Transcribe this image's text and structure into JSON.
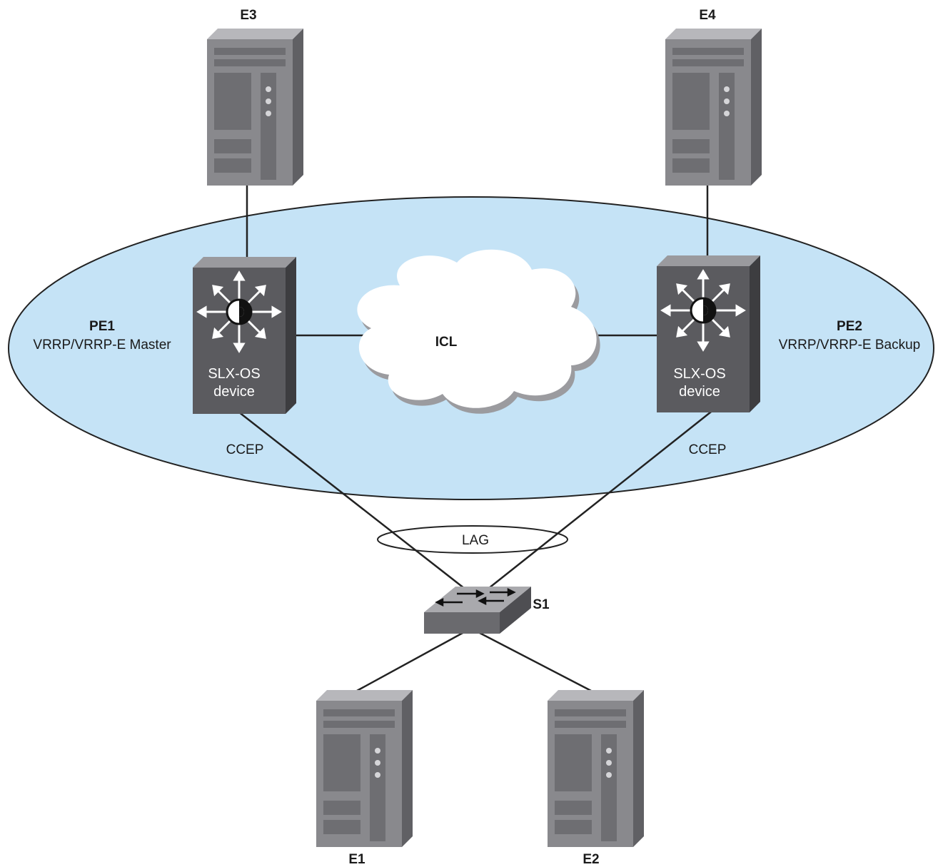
{
  "servers": {
    "e3": {
      "label": "E3"
    },
    "e4": {
      "label": "E4"
    },
    "e1": {
      "label": "E1"
    },
    "e2": {
      "label": "E2"
    }
  },
  "pe1": {
    "name": "PE1",
    "role": "VRRP/VRRP-E Master",
    "device_line1": "SLX-OS",
    "device_line2": "device",
    "port": "CCEP"
  },
  "pe2": {
    "name": "PE2",
    "role": "VRRP/VRRP-E Backup",
    "device_line1": "SLX-OS",
    "device_line2": "device",
    "port": "CCEP"
  },
  "icl": {
    "label": "ICL"
  },
  "lag": {
    "label": "LAG"
  },
  "switch": {
    "label": "S1"
  },
  "colors": {
    "cluster_fill": "#c5e3f6",
    "device_dark": "#5b5b5f",
    "server_body": "#8b8b8f",
    "line": "#222222"
  }
}
